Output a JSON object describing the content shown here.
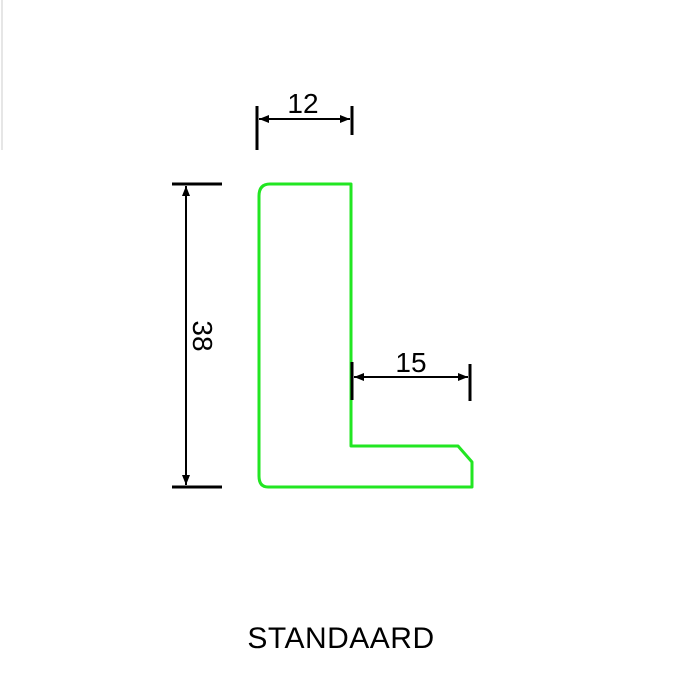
{
  "profile": {
    "name": "STANDAARD",
    "outline_color": "#22e622",
    "dimension_color": "#000000"
  },
  "dimensions": {
    "top_width": "12",
    "height": "38",
    "foot_width": "15"
  }
}
